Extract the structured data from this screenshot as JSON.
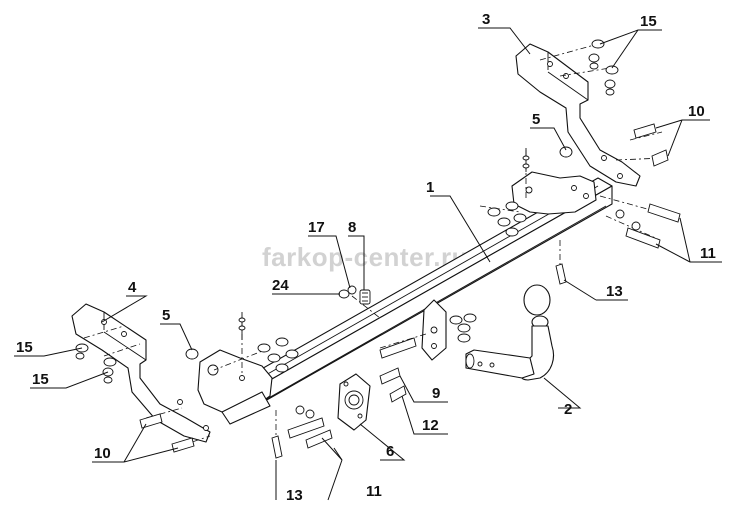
{
  "watermark": "farkop-center.ru",
  "callouts": [
    "1",
    "2",
    "3",
    "4",
    "5",
    "5",
    "6",
    "8",
    "9",
    "10",
    "10",
    "11",
    "11",
    "12",
    "13",
    "13",
    "15",
    "15",
    "15",
    "17",
    "24"
  ]
}
